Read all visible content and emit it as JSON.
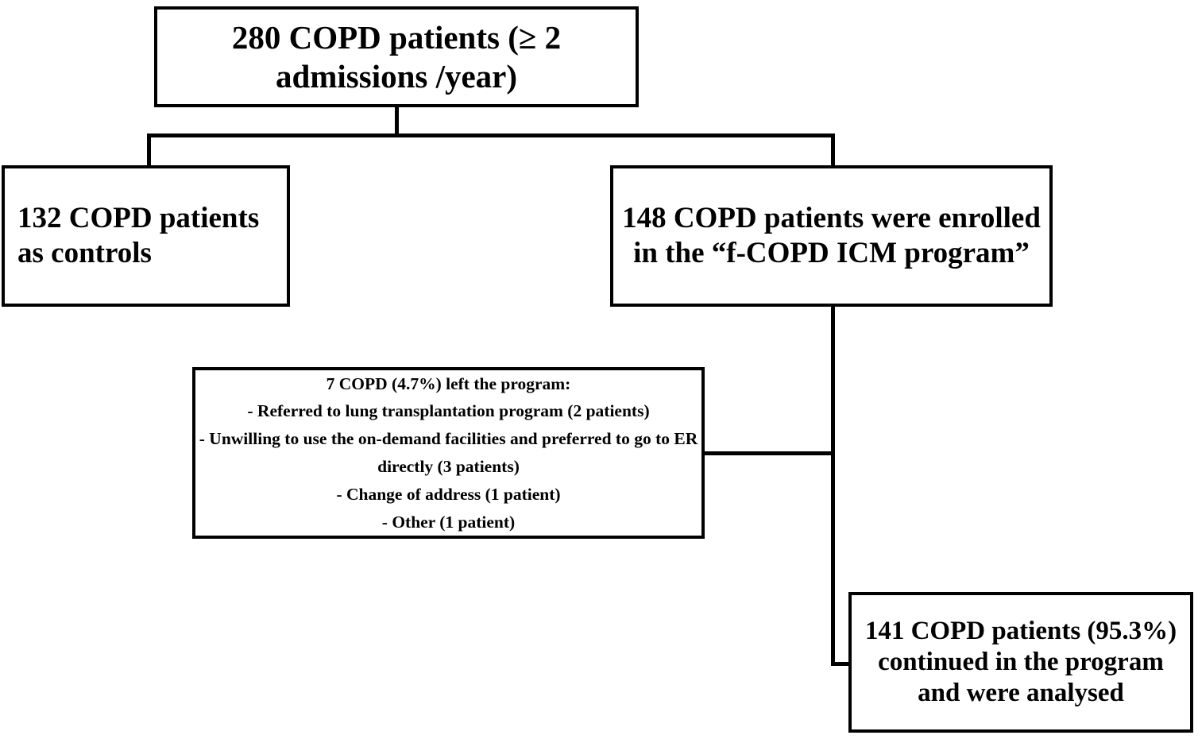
{
  "diagram": {
    "type": "flowchart",
    "title": "COPD patient enrolment flow diagram",
    "colors": {
      "stroke": "#000000",
      "background": "#ffffff",
      "text": "#000000"
    },
    "nodes": {
      "cohort": {
        "id": "cohort",
        "label": "280 COPD patients (≥ 2 admissions /year)",
        "count": 280
      },
      "controls": {
        "id": "controls",
        "label": "132 COPD patients as controls",
        "count": 132
      },
      "enrolled": {
        "id": "enrolled",
        "label": "148 COPD patients were enrolled in the “f-COPD ICM program”",
        "count": 148
      },
      "dropouts": {
        "id": "dropouts",
        "heading": "7 COPD (4.7%) left the program:",
        "count": 7,
        "percent": "4.7%",
        "reasons": [
          "- Referred to lung transplantation program (2 patients)",
          "- Unwilling to use the on-demand facilities and preferred to go to ER directly (3 patients)",
          "- Change of address (1 patient)",
          "- Other (1 patient)"
        ]
      },
      "analysed": {
        "id": "analysed",
        "label": "141 COPD patients (95.3%) continued in the program and were analysed",
        "count": 141,
        "percent": "95.3%"
      }
    },
    "edges": [
      {
        "from": "cohort",
        "to": "controls"
      },
      {
        "from": "cohort",
        "to": "enrolled"
      },
      {
        "from": "enrolled",
        "to": "dropouts"
      },
      {
        "from": "enrolled",
        "to": "analysed"
      }
    ]
  }
}
